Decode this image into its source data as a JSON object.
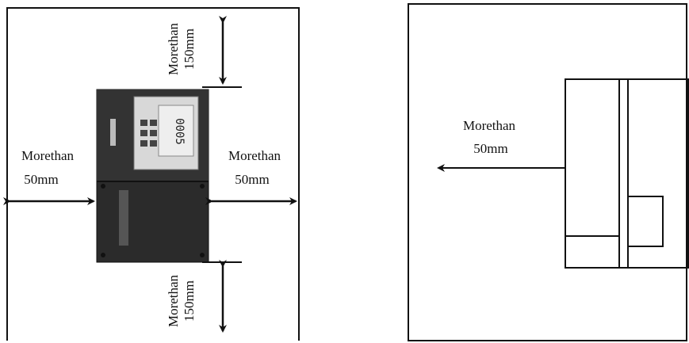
{
  "left_diagram": {
    "top_label": [
      "Morethan",
      "150mm"
    ],
    "bottom_label": [
      "Morethan",
      "150mm"
    ],
    "left_label": [
      "Morethan",
      "50mm"
    ],
    "right_label": [
      "Morethan",
      "50mm"
    ],
    "display_readout": "0005"
  },
  "right_diagram": {
    "left_label": [
      "Morethan",
      "50mm"
    ]
  }
}
